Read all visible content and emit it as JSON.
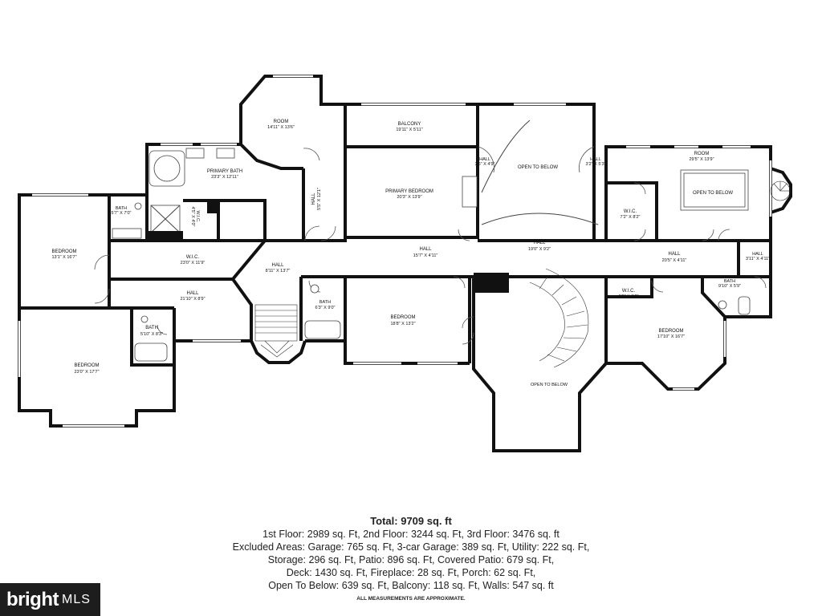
{
  "rooms": [
    {
      "id": "room-octagon",
      "name": "ROOM",
      "dims": "14'11\" X 13'6\""
    },
    {
      "id": "balcony",
      "name": "BALCONY",
      "dims": "19'11\" X 5'11\""
    },
    {
      "id": "open-below-center",
      "name": "OPEN TO BELOW",
      "dims": ""
    },
    {
      "id": "room-right",
      "name": "ROOM",
      "dims": "29'5\" X 13'9\""
    },
    {
      "id": "open-below-right",
      "name": "OPEN TO BELOW",
      "dims": ""
    },
    {
      "id": "primary-bath",
      "name": "PRIMARY BATH",
      "dims": "23'3\" X 12'11\""
    },
    {
      "id": "hall-vertical",
      "name": "HALL",
      "dims": "5'5\" X 12'1\""
    },
    {
      "id": "primary-bedroom",
      "name": "PRIMARY BEDROOM",
      "dims": "20'3\" X 13'9\""
    },
    {
      "id": "hall-small-1",
      "name": "HALL",
      "dims": "3'6\" X 4'9\""
    },
    {
      "id": "hall-small-2",
      "name": "HALL",
      "dims": "3'2\" X 5'3\""
    },
    {
      "id": "wic-right",
      "name": "W.I.C.",
      "dims": "7'2\" X 8'2\""
    },
    {
      "id": "bath-left-small",
      "name": "BATH",
      "dims": "5'7\" X 7'0\""
    },
    {
      "id": "wic-small",
      "name": "W.I.C.",
      "dims": "4'5\" X 4'0\""
    },
    {
      "id": "bedroom-left",
      "name": "BEDROOM",
      "dims": "13'1\" X 16'7\""
    },
    {
      "id": "wic-left",
      "name": "W.I.C.",
      "dims": "23'0\" X 11'9\""
    },
    {
      "id": "hall-main-left",
      "name": "HALL",
      "dims": "15'7\" X 4'11\""
    },
    {
      "id": "hall-main-center",
      "name": "HALL",
      "dims": "19'0\" X 9'2\""
    },
    {
      "id": "hall-main-right",
      "name": "HALL",
      "dims": "20'5\" X 4'11\""
    },
    {
      "id": "hall-far-right",
      "name": "HALL",
      "dims": "3'11\" X 4'11\""
    },
    {
      "id": "hall-diag",
      "name": "HALL",
      "dims": "8'11\" X 13'7\""
    },
    {
      "id": "hall-lower",
      "name": "HALL",
      "dims": "21'10\" X 8'9\""
    },
    {
      "id": "bath-center",
      "name": "BATH",
      "dims": "6'3\" X 9'0\""
    },
    {
      "id": "bedroom-center",
      "name": "BEDROOM",
      "dims": "18'8\" X 13'2\""
    },
    {
      "id": "wic-lower-right",
      "name": "W.I.C.",
      "dims": "6'9\" X 5'0\""
    },
    {
      "id": "bath-right",
      "name": "BATH",
      "dims": "9'10\" X 5'9\""
    },
    {
      "id": "bedroom-right",
      "name": "BEDROOM",
      "dims": "17'10\" X 16'7\""
    },
    {
      "id": "bath-lower-left",
      "name": "BATH",
      "dims": "5'10\" X 8'3\""
    },
    {
      "id": "bedroom-large",
      "name": "BEDROOM",
      "dims": "23'0\" X 17'7\""
    },
    {
      "id": "open-below-stair",
      "name": "OPEN TO BELOW",
      "dims": ""
    }
  ],
  "summary": {
    "total": "Total: 9709 sq. ft",
    "lines": [
      "1st Floor: 2989 sq. Ft, 2nd Floor: 3244 sq. Ft, 3rd Floor: 3476 sq. ft",
      "Excluded Areas: Garage: 765 sq. Ft, 3-car Garage: 389 sq. Ft, Utility: 222 sq. Ft,",
      "Storage: 296 sq. Ft, Patio: 896 sq. Ft, Covered Patio: 679 sq. Ft,",
      "Deck: 1430 sq. Ft, Fireplace: 28 sq. Ft, Porch: 62 sq. Ft,",
      "Open To Below: 639 sq. Ft, Balcony: 118 sq. Ft, Walls: 547 sq. ft"
    ],
    "disclaimer": "ALL MEASUREMENTS ARE APPROXIMATE."
  },
  "logo": {
    "brand": "bright",
    "suffix": "MLS",
    "colors": {
      "bg": "#1d1d1d",
      "text": "#ffffff"
    }
  }
}
